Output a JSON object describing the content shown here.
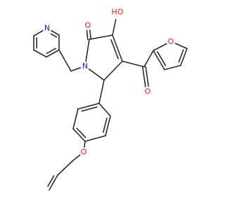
{
  "molecule": {
    "atom_colors": {
      "N": "#1a1aee",
      "O": "#ee1a1a",
      "HO": "#ee1a1a"
    },
    "atoms": [
      {
        "id": "n_pyridine",
        "text": "N",
        "element": "N"
      },
      {
        "id": "o_carbonyl_lactam",
        "text": "O",
        "element": "O"
      },
      {
        "id": "o_hydroxy",
        "text": "HO",
        "element": "HO"
      },
      {
        "id": "n_lactam",
        "text": "N",
        "element": "N"
      },
      {
        "id": "o_furan",
        "text": "O",
        "element": "O"
      },
      {
        "id": "o_ketone",
        "text": "O",
        "element": "O"
      },
      {
        "id": "o_ether",
        "text": "O",
        "element": "O"
      }
    ]
  }
}
